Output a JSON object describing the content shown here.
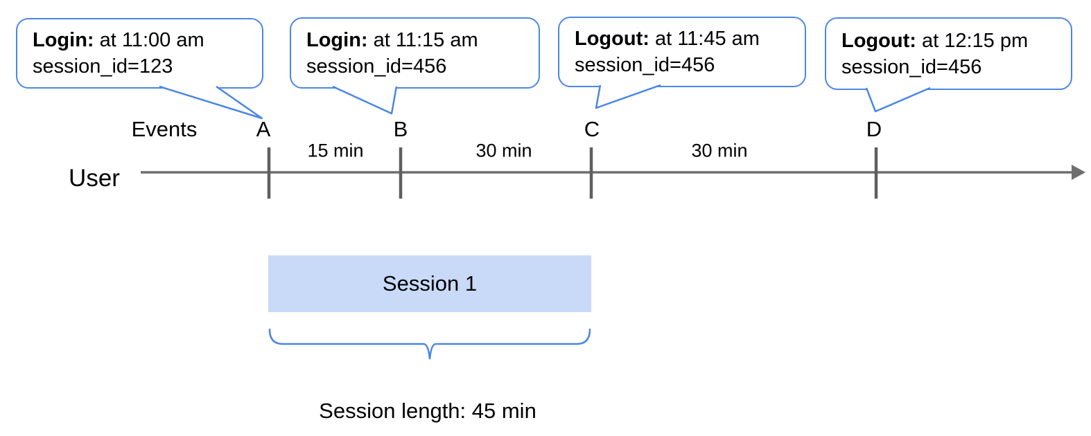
{
  "diagram": {
    "title_semantics": "User session events timeline",
    "colors": {
      "accent_blue": "#4a86e8",
      "session_fill": "#c9daf8",
      "timeline_gray": "#6e6e6e",
      "tick_gray": "#5f5f5f",
      "text_black": "#000000"
    },
    "callouts": [
      {
        "event": "A",
        "action": "Login:",
        "time": "at 11:00 am",
        "session_id": "session_id=123"
      },
      {
        "event": "B",
        "action": "Login:",
        "time": "at 11:15 am",
        "session_id": "session_id=456"
      },
      {
        "event": "C",
        "action": "Logout:",
        "time": "at 11:45 am",
        "session_id": "session_id=456"
      },
      {
        "event": "D",
        "action": "Logout:",
        "time": "at 12:15 pm",
        "session_id": "session_id=456"
      }
    ],
    "timeline": {
      "events_label": "Events",
      "user_label": "User",
      "event_marks": [
        "A",
        "B",
        "C",
        "D"
      ],
      "interval_labels": [
        "15 min",
        "30 min",
        "30 min"
      ]
    },
    "session": {
      "box_label": "Session 1",
      "length_label": "Session length: 45 min"
    }
  }
}
